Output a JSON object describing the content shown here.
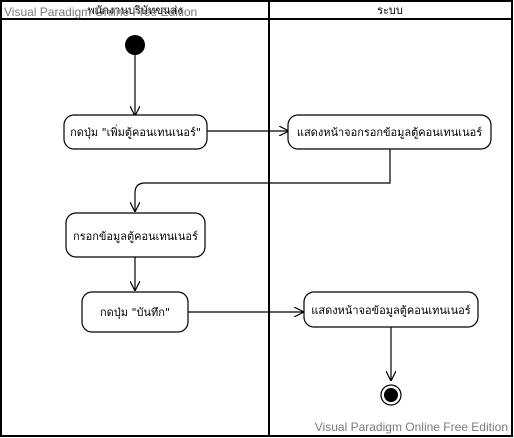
{
  "swimlanes": [
    {
      "header": "พนักงานบริษัทขนส่ง"
    },
    {
      "header": "ระบบ"
    }
  ],
  "actions": {
    "click_add": "กดปุ่ม \"เพิ่มตู้คอนเทนเนอร์\"",
    "show_form": "แสดงหน้าจอกรอกข้อมูลตู้คอนเทนเนอร์",
    "fill_form": "กรอกข้อมูลตู้คอนเทนเนอร์",
    "click_save": "กดปุ่ม \"บันทึก\"",
    "show_data": "แสดงหน้าจอข้อมูลตู้คอนเทนเนอร์"
  },
  "watermark": {
    "top": "Visual Paradigm Online Free Edition",
    "bottom": "Visual Paradigm Online Free Edition"
  }
}
